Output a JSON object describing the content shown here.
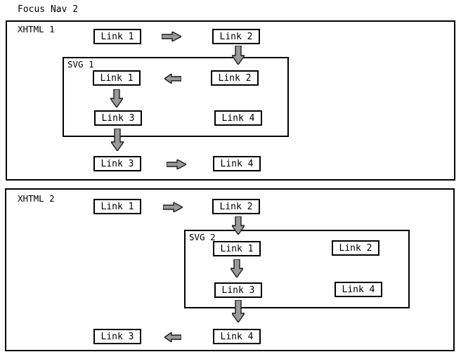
{
  "title": "Focus Nav 2",
  "colors": {
    "background": "#ffffff",
    "border": "#000000",
    "text": "#000000",
    "arrow_fill": "#999999",
    "arrow_stroke": "#1a1a1a"
  },
  "icons": {
    "arrow_right": "⇨",
    "arrow_left": "⇦",
    "arrow_down": "⇩"
  },
  "xhtml1": {
    "label": "XHTML 1",
    "top": {
      "link1": "Link 1",
      "link2": "Link 2"
    },
    "svg1": {
      "label": "SVG 1",
      "link1": "Link 1",
      "link2": "Link 2",
      "link3": "Link 3",
      "link4": "Link 4"
    },
    "bottom": {
      "link3": "Link 3",
      "link4": "Link 4"
    },
    "arrows": [
      "right",
      "down-into-svg1",
      "left",
      "down",
      "down-out-of-svg1",
      "right"
    ]
  },
  "xhtml2": {
    "label": "XHTML 2",
    "top": {
      "link1": "Link 1",
      "link2": "Link 2"
    },
    "svg2": {
      "label": "SVG 2",
      "link1": "Link 1",
      "link2": "Link 2",
      "link3": "Link 3",
      "link4": "Link 4"
    },
    "bottom": {
      "link3": "Link 3",
      "link4": "Link 4"
    },
    "arrows": [
      "right",
      "down-into-svg2",
      "down",
      "down-out-of-svg2",
      "left"
    ]
  }
}
